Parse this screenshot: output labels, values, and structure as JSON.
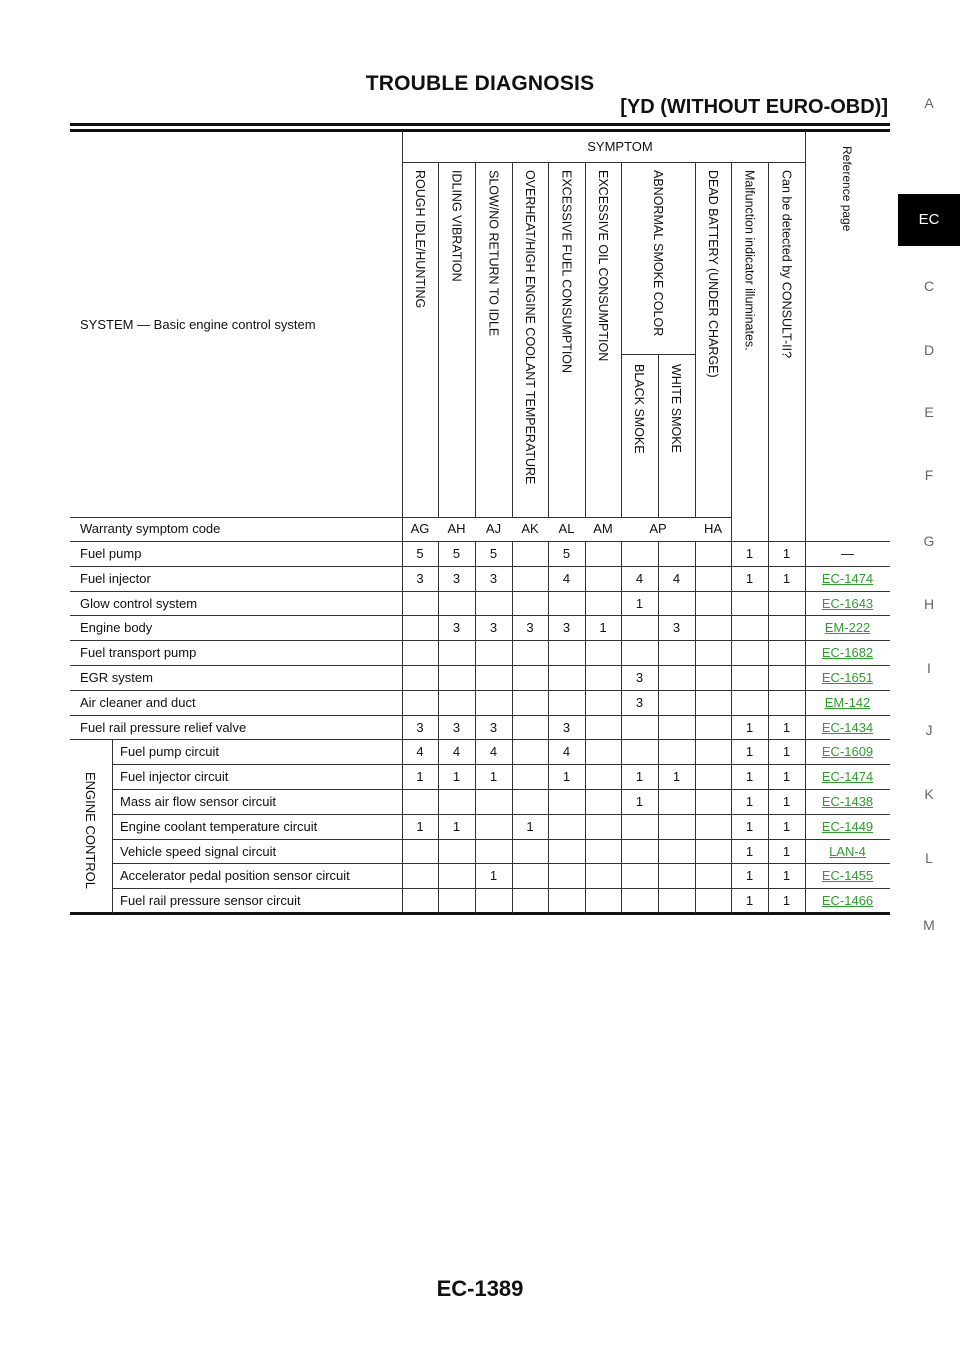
{
  "header": {
    "title": "TROUBLE DIAGNOSIS",
    "subtitle": "[YD (WITHOUT EURO-OBD)]"
  },
  "side_tabs": [
    "A",
    "EC",
    "C",
    "D",
    "E",
    "F",
    "G",
    "H",
    "I",
    "J",
    "K",
    "L",
    "M"
  ],
  "table": {
    "system_label": "SYSTEM — Basic engine control system",
    "symptom_label": "SYMPTOM",
    "reference_label": "Reference page",
    "columns": [
      "ROUGH IDLE/HUNTING",
      "IDLING VIBRATION",
      "SLOW/NO RETURN TO IDLE",
      "OVERHEAT/HIGH ENGINE COOLANT TEMPERATURE",
      "EXCESSIVE FUEL CONSUMPTION",
      "EXCESSIVE OIL CONSUMPTION",
      "ABNORMAL SMOKE COLOR",
      "DEAD BATTERY (UNDER CHARGE)",
      "Malfunction indicator illuminates.",
      "Can be detected by CONSULT-II?"
    ],
    "smoke_sub": [
      "BLACK SMOKE",
      "WHITE SMOKE"
    ],
    "warranty_label": "Warranty symptom code",
    "warranty_codes": [
      "AG",
      "AH",
      "AJ",
      "AK",
      "AL",
      "AM",
      "AP",
      "HA"
    ],
    "engine_control_label": "ENGINE CONTROL",
    "rows": [
      {
        "name": "Fuel pump",
        "v": [
          "5",
          "5",
          "5",
          "",
          "5",
          "",
          "",
          "",
          "",
          "1",
          "1"
        ],
        "ref": "—"
      },
      {
        "name": "Fuel injector",
        "v": [
          "3",
          "3",
          "3",
          "",
          "4",
          "",
          "4",
          "4",
          "",
          "1",
          "1"
        ],
        "ref": "EC-1474"
      },
      {
        "name": "Glow control system",
        "v": [
          "",
          "",
          "",
          "",
          "",
          "",
          "1",
          "",
          "",
          "",
          ""
        ],
        "ref": "EC-1643"
      },
      {
        "name": "Engine body",
        "v": [
          "",
          "3",
          "3",
          "3",
          "3",
          "1",
          "",
          "3",
          "",
          "",
          ""
        ],
        "ref": "EM-222"
      },
      {
        "name": "Fuel transport pump",
        "v": [
          "",
          "",
          "",
          "",
          "",
          "",
          "",
          "",
          "",
          "",
          ""
        ],
        "ref": "EC-1682"
      },
      {
        "name": "EGR system",
        "v": [
          "",
          "",
          "",
          "",
          "",
          "",
          "3",
          "",
          "",
          "",
          ""
        ],
        "ref": "EC-1651"
      },
      {
        "name": "Air cleaner and duct",
        "v": [
          "",
          "",
          "",
          "",
          "",
          "",
          "3",
          "",
          "",
          "",
          ""
        ],
        "ref": "EM-142"
      },
      {
        "name": "Fuel rail pressure relief valve",
        "v": [
          "3",
          "3",
          "3",
          "",
          "3",
          "",
          "",
          "",
          "",
          "1",
          "1"
        ],
        "ref": "EC-1434"
      },
      {
        "name": "Fuel pump circuit",
        "v": [
          "4",
          "4",
          "4",
          "",
          "4",
          "",
          "",
          "",
          "",
          "1",
          "1"
        ],
        "ref": "EC-1609"
      },
      {
        "name": "Fuel injector circuit",
        "v": [
          "1",
          "1",
          "1",
          "",
          "1",
          "",
          "1",
          "1",
          "",
          "1",
          "1"
        ],
        "ref": "EC-1474"
      },
      {
        "name": "Mass air flow sensor circuit",
        "v": [
          "",
          "",
          "",
          "",
          "",
          "",
          "1",
          "",
          "",
          "1",
          "1"
        ],
        "ref": "EC-1438"
      },
      {
        "name": "Engine coolant temperature circuit",
        "v": [
          "1",
          "1",
          "",
          "1",
          "",
          "",
          "",
          "",
          "",
          "1",
          "1"
        ],
        "ref": "EC-1449"
      },
      {
        "name": "Vehicle speed signal circuit",
        "v": [
          "",
          "",
          "",
          "",
          "",
          "",
          "",
          "",
          "",
          "1",
          "1"
        ],
        "ref": "LAN-4"
      },
      {
        "name": "Accelerator pedal position sensor circuit",
        "v": [
          "",
          "",
          "1",
          "",
          "",
          "",
          "",
          "",
          "",
          "1",
          "1"
        ],
        "ref": "EC-1455"
      },
      {
        "name": "Fuel rail pressure sensor circuit",
        "v": [
          "",
          "",
          "",
          "",
          "",
          "",
          "",
          "",
          "",
          "1",
          "1"
        ],
        "ref": "EC-1466"
      }
    ]
  },
  "footer": {
    "page": "EC-1389"
  },
  "colors": {
    "link": "#2ca02c",
    "tab_active_bg": "#000000"
  }
}
